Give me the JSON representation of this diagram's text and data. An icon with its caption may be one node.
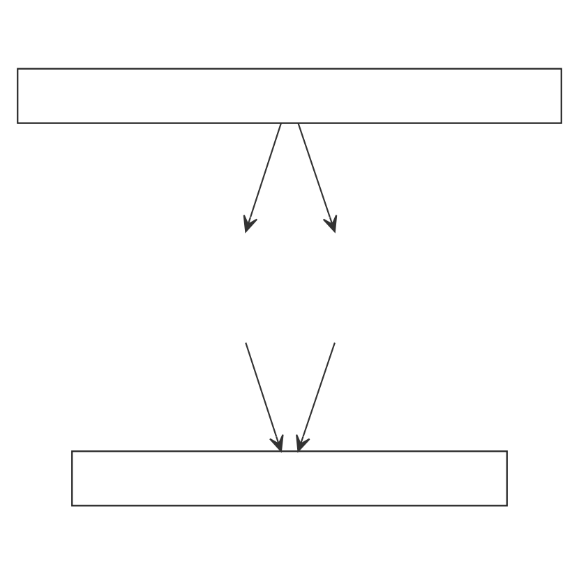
{
  "diagram": {
    "nodes": [
      {
        "text": [],
        "shape": "box"
      },
      {
        "text": [],
        "shape": "box"
      }
    ],
    "edges": [
      {
        "from": 0,
        "to": null,
        "arrow": "to"
      },
      {
        "from": 0,
        "to": null,
        "arrow": "to"
      },
      {
        "from": null,
        "to": 1,
        "arrow": "to"
      },
      {
        "from": null,
        "to": 1,
        "arrow": "to"
      }
    ]
  }
}
